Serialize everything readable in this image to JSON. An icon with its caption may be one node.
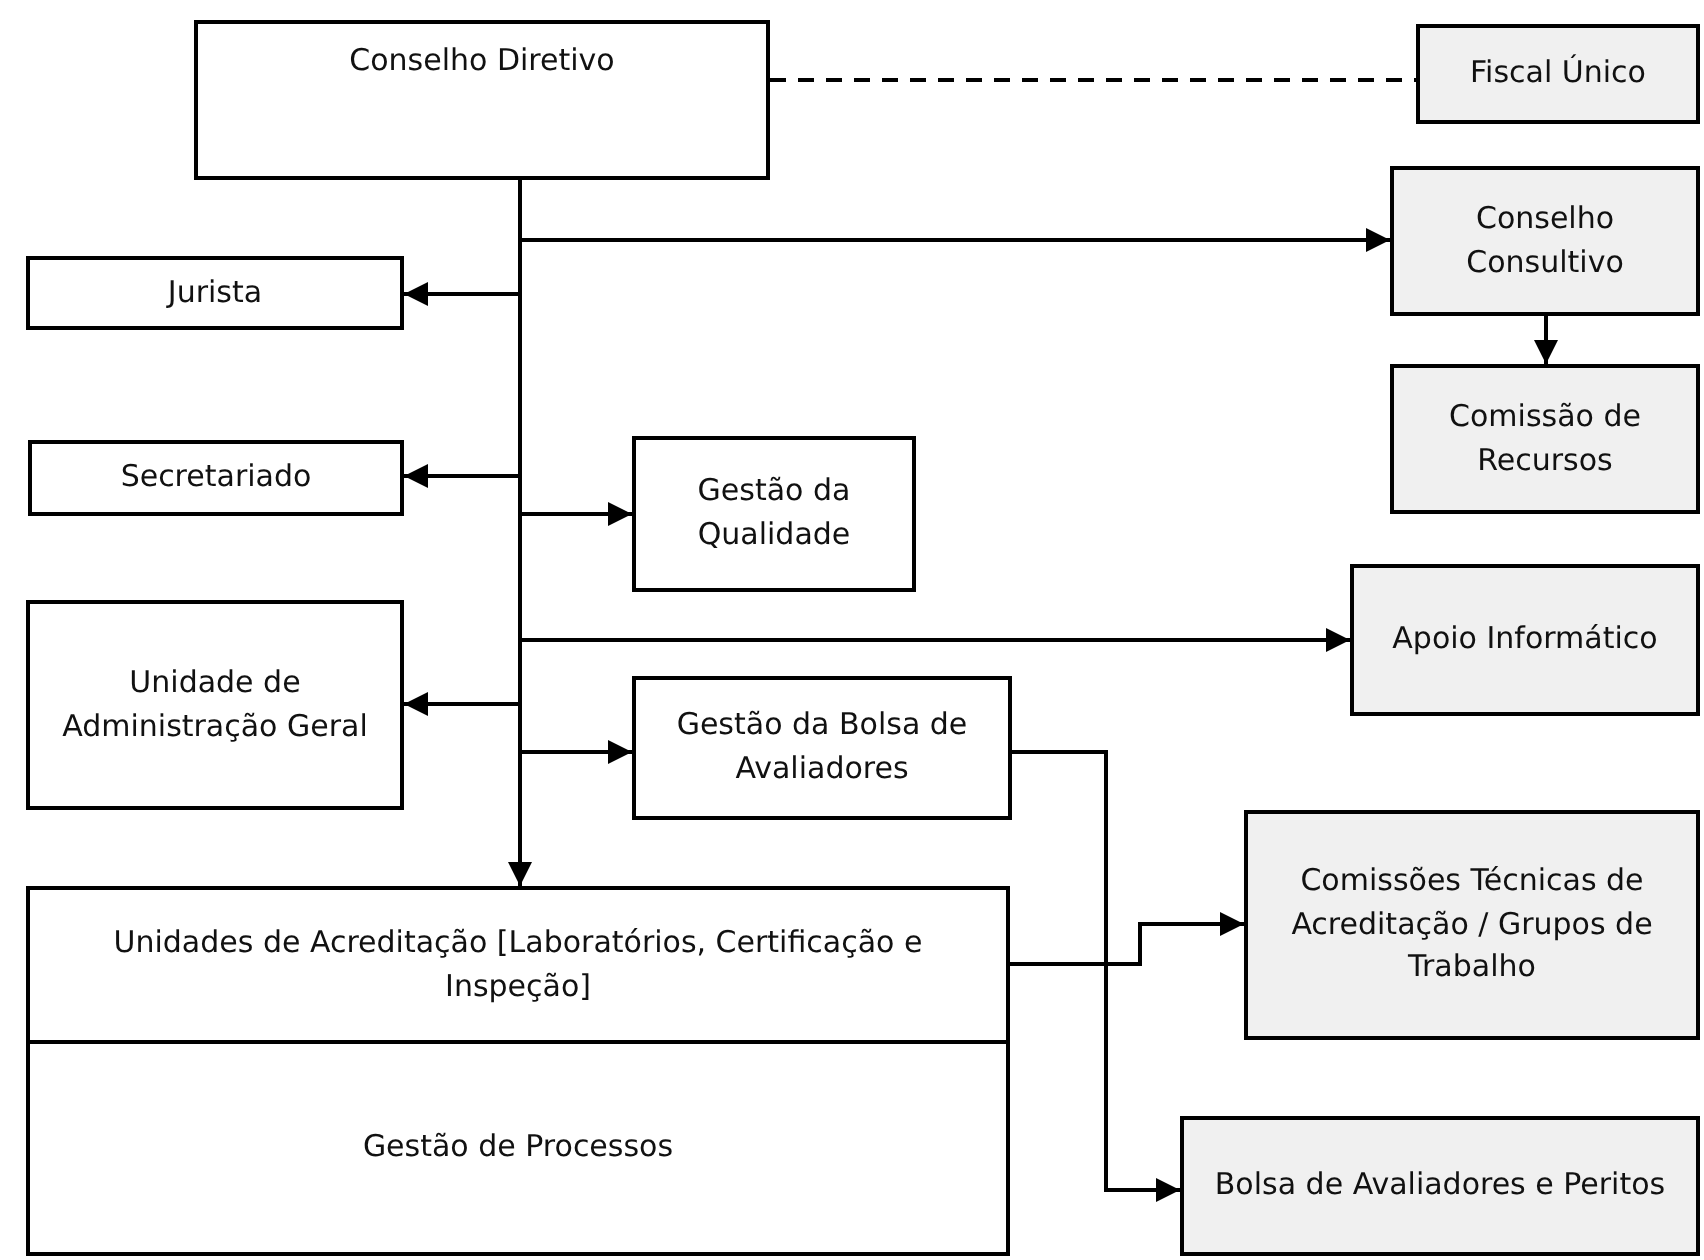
{
  "diagram": {
    "nodes": [
      {
        "text": [
          "Conselho Diretivo"
        ]
      },
      {
        "text": [
          "Fiscal Único"
        ]
      },
      {
        "text": [
          "Conselho Consultivo"
        ]
      },
      {
        "text": [
          "Comissão de Recursos"
        ]
      },
      {
        "text": [
          "Jurista"
        ]
      },
      {
        "text": [
          "Secretariado"
        ]
      },
      {
        "text": [
          "Gestão da Qualidade"
        ]
      },
      {
        "text": [
          "Apoio Informático"
        ]
      },
      {
        "text": [
          "Unidade de Administração Geral"
        ]
      },
      {
        "text": [
          "Gestão da Bolsa de Avaliadores"
        ]
      },
      {
        "text": [
          "Unidades de Acreditação [Laboratórios, Certificação e Inspeção]"
        ]
      },
      {
        "text": [
          "Gestão de Processos"
        ]
      },
      {
        "text": [
          "Comissões Técnicas de Acreditação / Grupos de Trabalho"
        ]
      },
      {
        "text": [
          "Bolsa de Avaliadores e Peritos"
        ]
      }
    ],
    "edges": [
      {
        "from": 0,
        "to": 1,
        "arrow": "none",
        "style": "dashed"
      },
      {
        "from": 0,
        "to": 2,
        "arrow": "to"
      },
      {
        "from": 0,
        "to": 4,
        "arrow": "to"
      },
      {
        "from": 0,
        "to": 5,
        "arrow": "to"
      },
      {
        "from": 0,
        "to": 6,
        "arrow": "to"
      },
      {
        "from": 0,
        "to": 7,
        "arrow": "to"
      },
      {
        "from": 0,
        "to": 8,
        "arrow": "to"
      },
      {
        "from": 0,
        "to": 9,
        "arrow": "to"
      },
      {
        "from": 0,
        "to": 10,
        "arrow": "to"
      },
      {
        "from": 2,
        "to": 3,
        "arrow": "to"
      },
      {
        "from": 10,
        "to": 12,
        "arrow": "to"
      },
      {
        "from": 9,
        "to": 13,
        "arrow": "to"
      }
    ]
  }
}
